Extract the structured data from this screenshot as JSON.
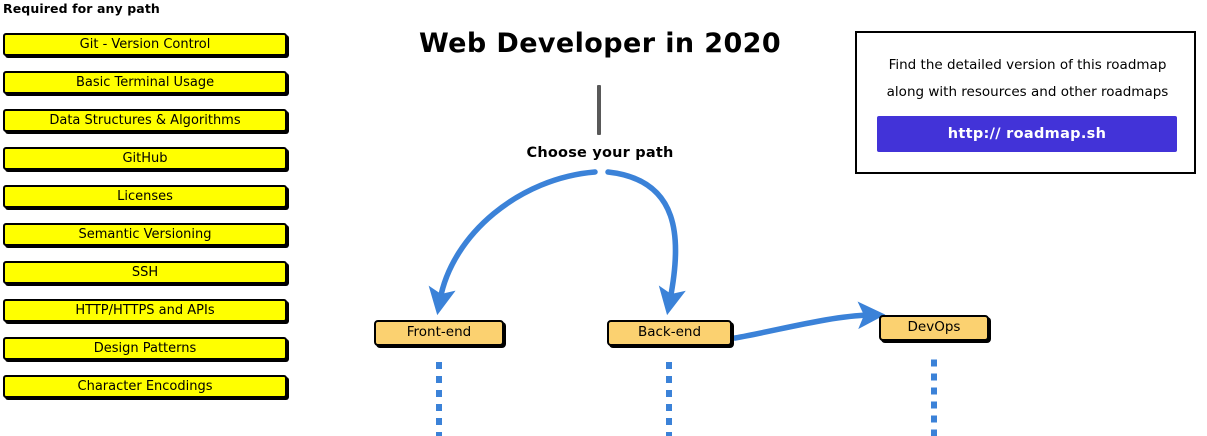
{
  "required_section": {
    "heading": "Required for any path",
    "items": [
      {
        "label": "Git - Version Control"
      },
      {
        "label": "Basic Terminal Usage"
      },
      {
        "label": "Data Structures & Algorithms"
      },
      {
        "label": "GitHub"
      },
      {
        "label": "Licenses"
      },
      {
        "label": "Semantic Versioning"
      },
      {
        "label": "SSH"
      },
      {
        "label": "HTTP/HTTPS and APIs"
      },
      {
        "label": "Design Patterns"
      },
      {
        "label": "Character Encodings"
      }
    ]
  },
  "center": {
    "title": "Web Developer in 2020",
    "choose_path_label": "Choose your path"
  },
  "paths": [
    {
      "label": "Front-end"
    },
    {
      "label": "Back-end"
    },
    {
      "label": "DevOps"
    }
  ],
  "info_card": {
    "line1": "Find the detailed version of this roadmap",
    "line2": "along with resources and other roadmaps",
    "button_label": "http:// roadmap.sh"
  },
  "colors": {
    "required_box_fill": "#ffff00",
    "path_node_fill": "#fbd170",
    "arrow_blue": "#3b82d8",
    "button_purple": "#4233d8",
    "stem_gray": "#595959",
    "outline_black": "#000000",
    "page_background": "#ffffff"
  }
}
